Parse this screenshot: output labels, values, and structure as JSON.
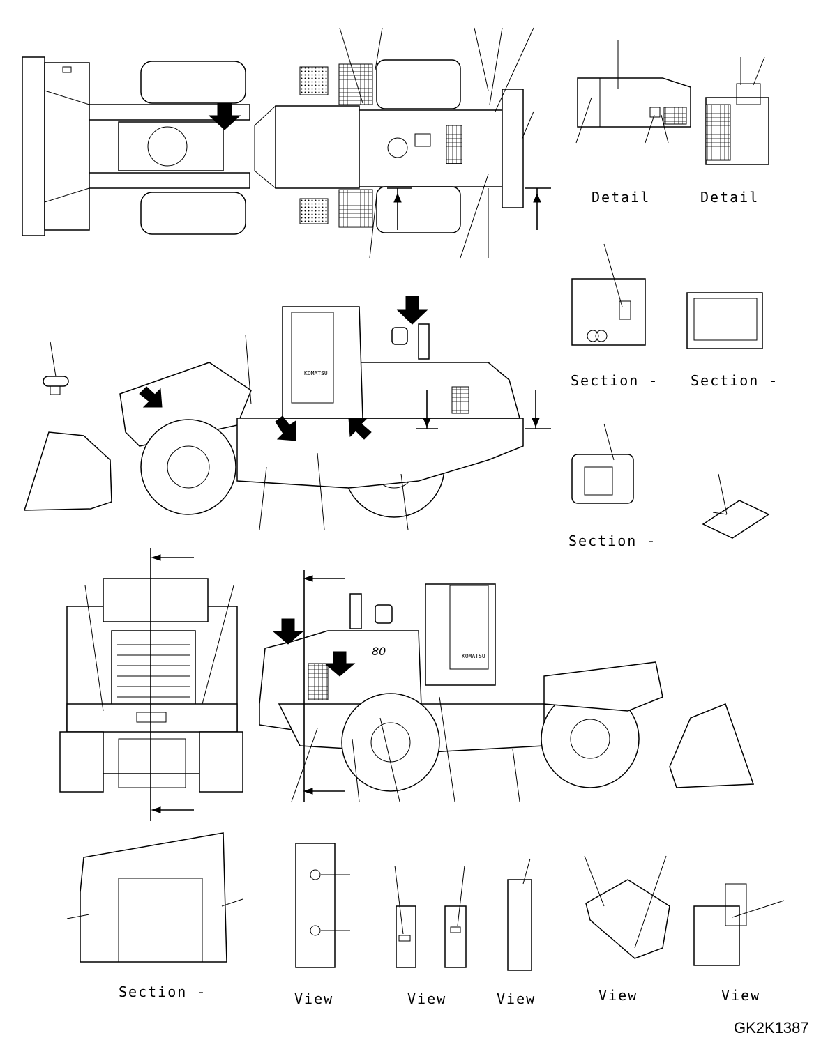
{
  "labels": {
    "detail_1": "Detail",
    "detail_2": "Detail",
    "section_1": "Section  -",
    "section_2": "Section  -",
    "section_3": "Section  -",
    "section_4": "Section  -",
    "view_1": "View",
    "view_2": "View",
    "view_3": "View",
    "view_4": "View",
    "view_5": "View",
    "badge_number": "80",
    "brand_side": "KOMATSU",
    "brand_cab": "KOMATSU",
    "drawing_code": "GK2K1387"
  }
}
